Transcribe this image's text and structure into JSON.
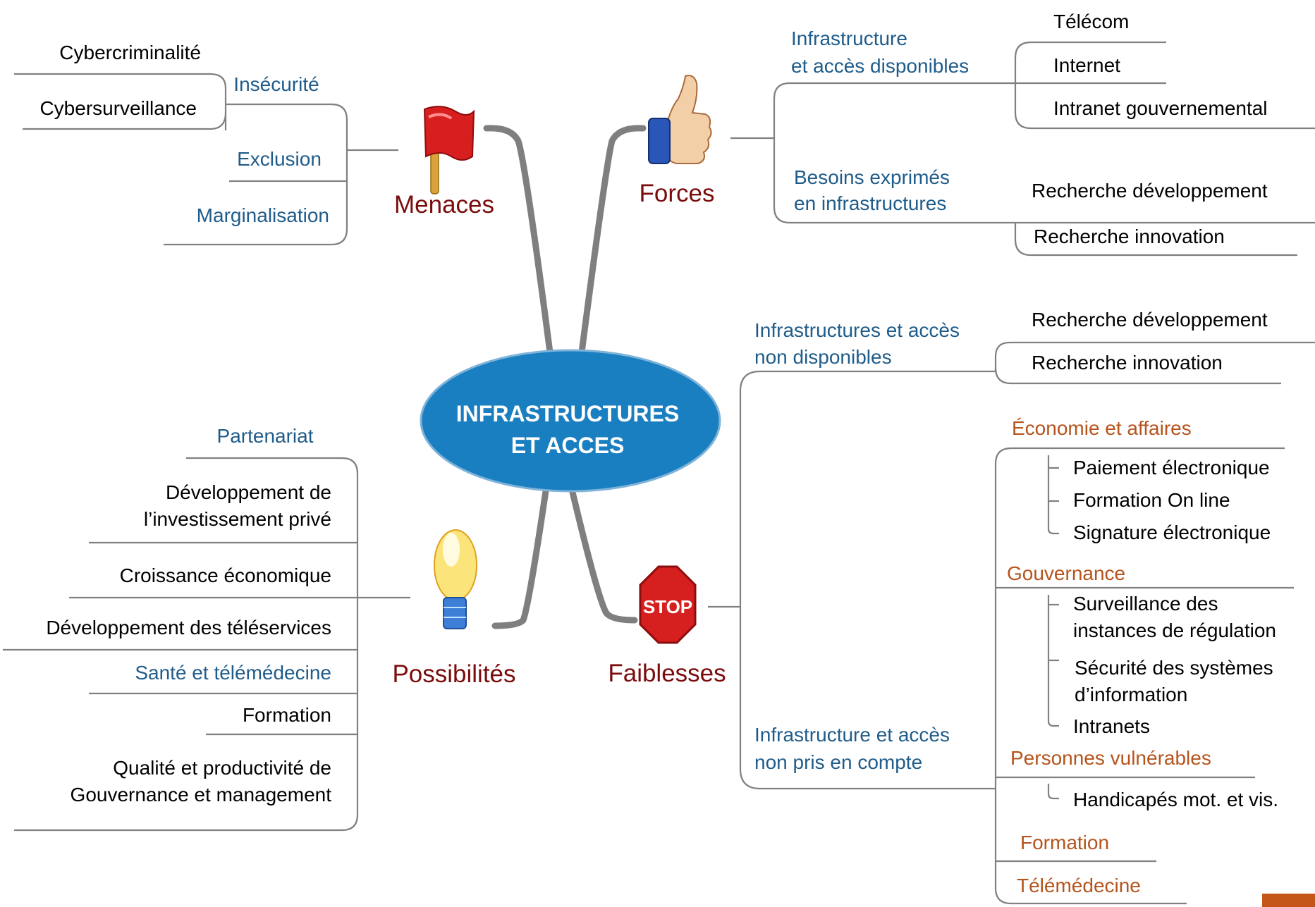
{
  "center": {
    "line1": "INFRASTRUCTURES",
    "line2": "ET ACCES"
  },
  "colors": {
    "center_fill": "#1a7fc0",
    "major": "#7a0c0c",
    "branch": "#1f5c8a",
    "category": "#b5541c",
    "leaf": "#000000",
    "connector": "#808080",
    "corner_accent": "#c5561a"
  },
  "menaces": {
    "label": "Menaces",
    "icon": "red-flag-icon",
    "insecurite": {
      "label": "Insécurité",
      "children": [
        "Cybercriminalité",
        "Cybersurveillance"
      ]
    },
    "exclusion": "Exclusion",
    "marginalisation": "Marginalisation"
  },
  "forces": {
    "label": "Forces",
    "icon": "thumbs-up-icon",
    "infra": {
      "line1": "Infrastructure",
      "line2": "et accès disponibles",
      "children": [
        "Télécom",
        "Internet",
        "Intranet gouvernemental"
      ]
    },
    "besoins": {
      "line1": "Besoins exprimés",
      "line2": "en infrastructures",
      "children": [
        "Recherche développement",
        "Recherche innovation"
      ]
    }
  },
  "possibilites": {
    "label": "Possibilités",
    "icon": "light-bulb-icon",
    "partenariat": "Partenariat",
    "dev_invest": {
      "line1": "Développement de",
      "line2": "l’investissement privé"
    },
    "croissance": "Croissance économique",
    "teleservices": "Développement des téléservices",
    "sante": "Santé et télémédecine",
    "formation": "Formation",
    "qualite": {
      "line1": "Qualité et productivité de",
      "line2": "Gouvernance et management"
    }
  },
  "faiblesses": {
    "label": "Faiblesses",
    "icon": "stop-sign-icon",
    "stop_text": "STOP",
    "non_dispo": {
      "line1": "Infrastructures et accès",
      "line2": "non disponibles",
      "children": [
        "Recherche développement",
        "Recherche innovation"
      ]
    },
    "non_pris": {
      "line1": "Infrastructure et accès",
      "line2": "non pris en compte"
    },
    "economie": {
      "label": "Économie et affaires",
      "children": [
        "Paiement électronique",
        "Formation On line",
        "Signature électronique"
      ]
    },
    "gouvernance": {
      "label": "Gouvernance",
      "surveillance": {
        "line1": "Surveillance des",
        "line2": "instances de régulation"
      },
      "securite": {
        "line1": "Sécurité des systèmes",
        "line2": "d’information"
      },
      "intranets": "Intranets"
    },
    "vulnerables": {
      "label": "Personnes vulnérables",
      "children": [
        "Handicapés mot. et vis."
      ]
    },
    "formation": "Formation",
    "telemedecine": "Télémédecine"
  }
}
